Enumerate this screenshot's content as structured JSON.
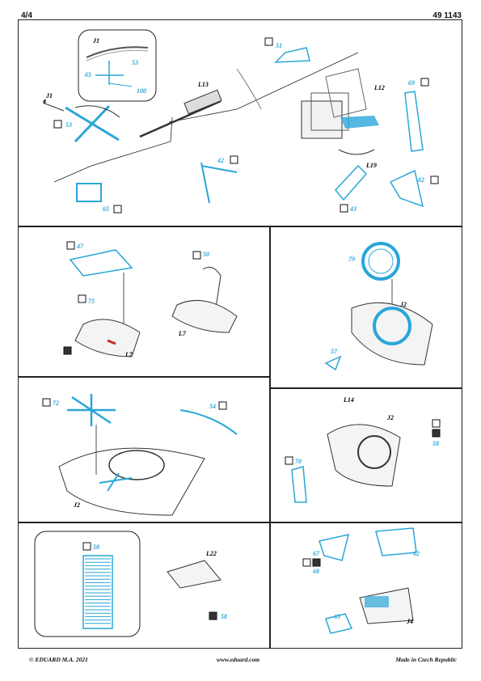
{
  "header": {
    "page": "4/4",
    "code": "49 1143"
  },
  "footer": {
    "copyright": "© EDUARD  M.A. 2021",
    "url": "www.eduard.com",
    "origin": "Made in Czech Republic"
  },
  "colors": {
    "pe_blue": "#2aa6d8",
    "line": "#222222"
  },
  "panel1": {
    "labels": [
      "J1",
      "53",
      "65",
      "100",
      "J1",
      "53",
      "51",
      "L13",
      "L12",
      "69",
      "42",
      "L19",
      "82",
      "65",
      "43"
    ]
  },
  "panel2": {
    "labels": [
      "47",
      "50",
      "75",
      "L7",
      "L7"
    ]
  },
  "panel3": {
    "labels": [
      "79",
      "J2",
      "57"
    ]
  },
  "panel4": {
    "labels": [
      "72",
      "54",
      "J2"
    ]
  },
  "panel5": {
    "labels": [
      "L14",
      "J2",
      "58",
      "70"
    ]
  },
  "panel6": {
    "labels": [
      "58",
      "L22",
      "58"
    ]
  },
  "panel7": {
    "labels": [
      "67",
      "68",
      "62",
      "63",
      "J4"
    ]
  }
}
